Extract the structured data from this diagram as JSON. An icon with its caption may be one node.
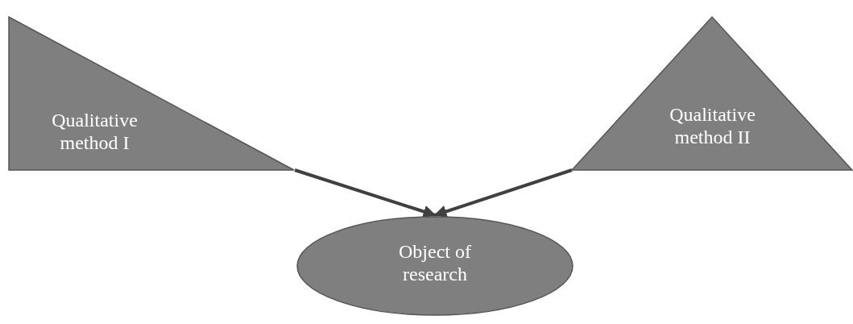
{
  "diagram": {
    "nodes": [
      {
        "text": [
          "Qualitative method I"
        ]
      },
      {
        "text": [
          "Qualitative method II"
        ]
      },
      {
        "text": [
          "Object of research"
        ]
      }
    ],
    "edges": [
      {
        "from": 0,
        "to": 2,
        "arrow": "to"
      },
      {
        "from": 1,
        "to": 2,
        "arrow": "to"
      }
    ]
  }
}
